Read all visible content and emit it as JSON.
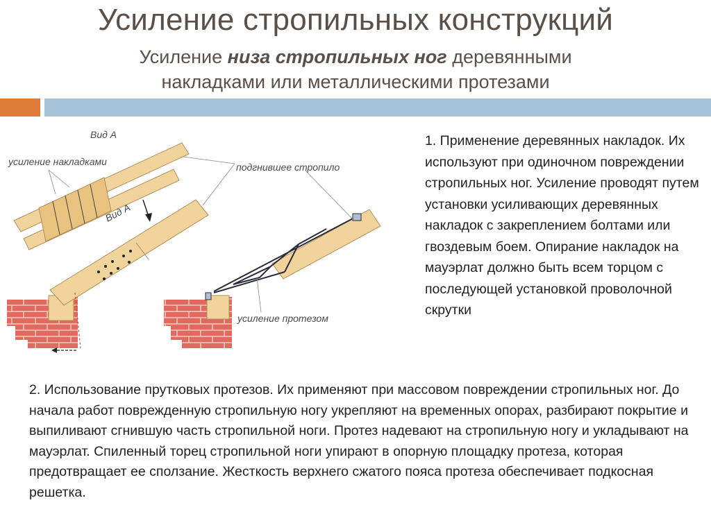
{
  "header": {
    "title": "Усиление стропильных конструкций",
    "subtitle_prefix": "Усиление ",
    "subtitle_bold": "низа стропильных ног",
    "subtitle_line1_rest": " деревянными",
    "subtitle_line2": "накладками или металлическими протезами"
  },
  "colors": {
    "accent_orange": "#e07b39",
    "accent_blue": "#a7c3da",
    "title": "#5b5048",
    "brick": "#e06a5f",
    "wood": "#f1d39c"
  },
  "figure": {
    "view_a_top": "Вид А",
    "label_overlays": "усиление накладками",
    "label_rotten": "подгнившее стропило",
    "view_a_arrow": "Вид А",
    "label_prosthesis": "усиление протезом"
  },
  "paragraph1": "1. Применение деревянных накладок. Их используют при одиночном повреждении стропильных ног. Усиление проводят путем установки усиливающих деревянных накладок с закреплением болтами или гвоздевым боем. Опирание накладок на мауэрлат должно быть всем торцом с последующей установкой проволочной скрутки",
  "paragraph2": "2. Использование прутковых протезов. Их применяют при массовом повреждении стропильных ног. До начала работ поврежденную стропильную ногу укрепляют на временных опорах, разбирают покрытие и выпиливают сгнившую часть стропильной ноги. Протез надевают на стропильную ногу и укладывают на мауэрлат. Спиленный торец стропильной ноги упирают в опорную площадку протеза, которая предотвращает ее сползание. Жесткость верхнего сжатого пояса протеза обеспечивает подкосная решетка."
}
